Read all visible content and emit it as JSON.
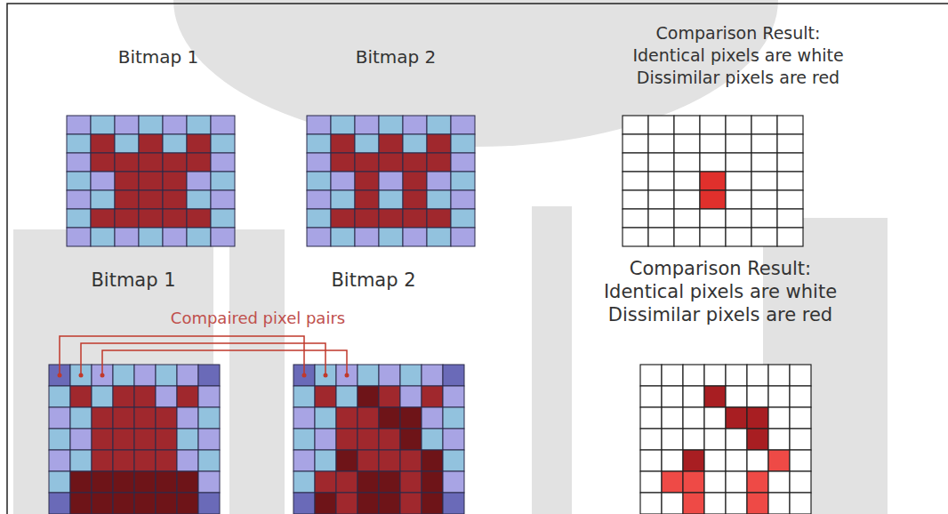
{
  "diagram": {
    "labels": [
      "Bitmap 1",
      "Bitmap 2",
      "Comparison Result:",
      "Identical pixels are white",
      "Dissimilar pixels are red",
      "Bitmap 1",
      "Bitmap 2",
      "Compaired pixel pairs",
      "Comparison Result:",
      "Identical pixels are white",
      "Dissimilar pixels are red"
    ]
  }
}
